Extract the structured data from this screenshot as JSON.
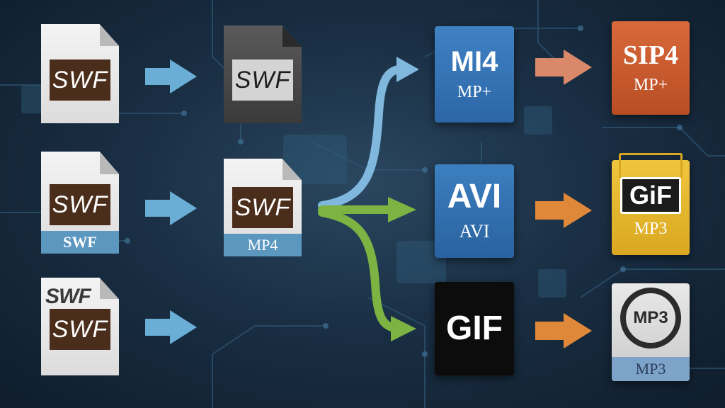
{
  "colors": {
    "background": "#1a2f44",
    "arrow_blue": "#6aaed6",
    "arrow_green": "#7cb342",
    "arrow_orange": "#e0883a",
    "arrow_salmon": "#d9886a"
  },
  "sources": [
    {
      "label": "SWF",
      "band": "",
      "ghost": ""
    },
    {
      "label": "SWF",
      "band": "SWF",
      "ghost": ""
    },
    {
      "label": "SWF",
      "band": "",
      "ghost": "SWF"
    }
  ],
  "middle": [
    {
      "label": "SWF",
      "band": "",
      "style": "dark"
    },
    {
      "label": "SWF",
      "band": "MP4",
      "style": "light"
    }
  ],
  "outputs": [
    {
      "big": "MI4",
      "sub": "MP+"
    },
    {
      "big": "AVI",
      "sub": "AVI"
    },
    {
      "big": "GIF",
      "sub": ""
    }
  ],
  "finals": [
    {
      "big": "SIP4",
      "sub": "MP+"
    },
    {
      "big": "GiF",
      "sub": "MP3"
    },
    {
      "big": "MP3",
      "sub": "MP3"
    }
  ],
  "icons": {
    "arrow": "right-arrow-icon",
    "circuit": "circuit-board-background"
  }
}
